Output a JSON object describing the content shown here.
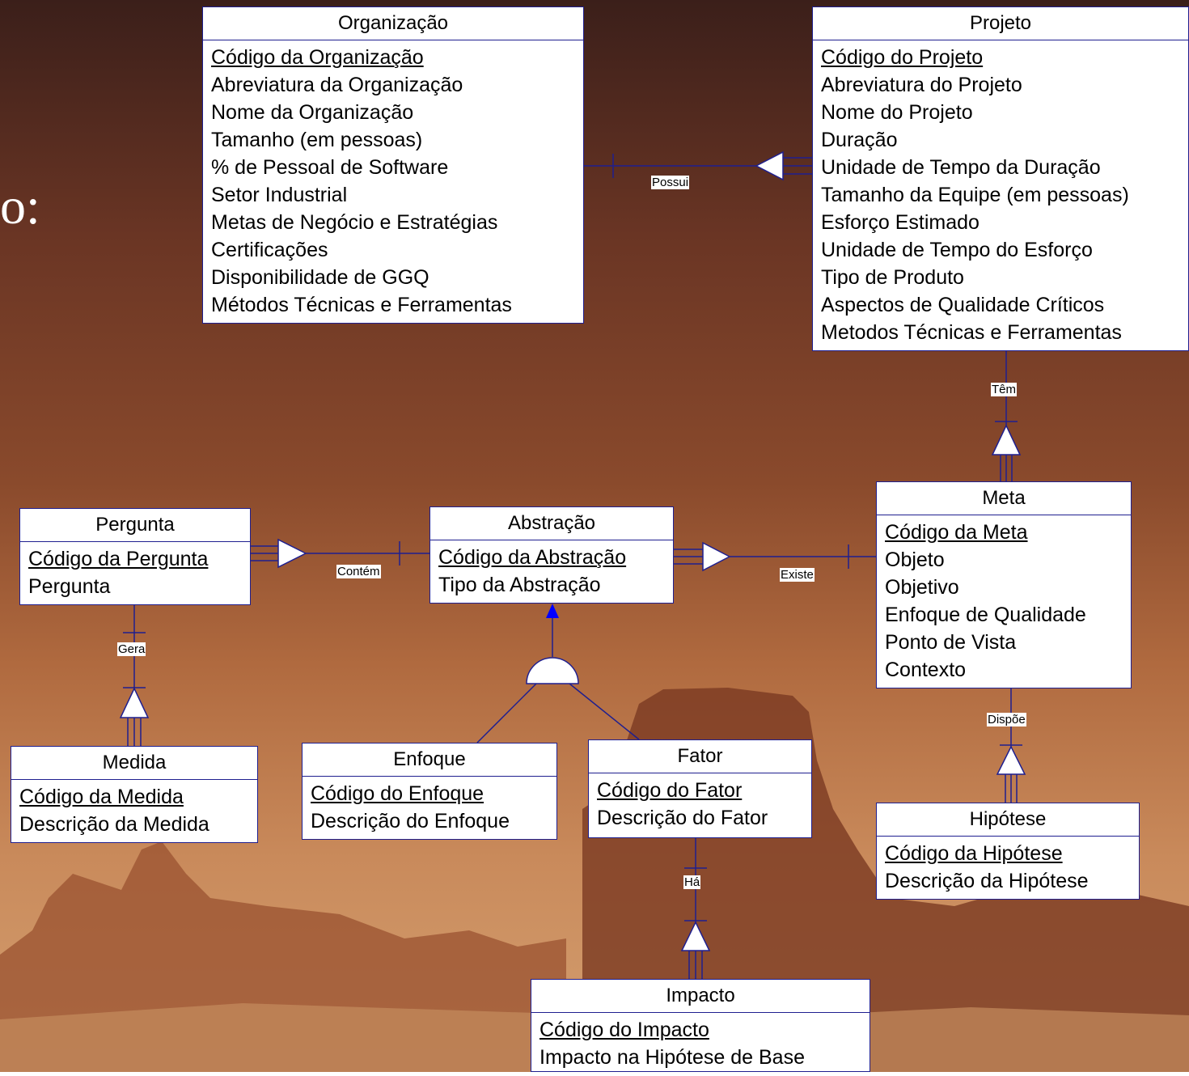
{
  "slide": {
    "title_fragment": "o:"
  },
  "entities": {
    "organizacao": {
      "name": "Organização",
      "key": "Código da Organização",
      "attributes": [
        "Abreviatura da Organização",
        "Nome da Organização",
        "Tamanho (em pessoas)",
        "% de Pessoal de Software",
        "Setor Industrial",
        "Metas de Negócio e Estratégias",
        "Certificações",
        "Disponibilidade de GGQ",
        "Métodos Técnicas e Ferramentas"
      ]
    },
    "projeto": {
      "name": "Projeto",
      "key": "Código do Projeto",
      "attributes": [
        "Abreviatura do Projeto",
        "Nome do Projeto",
        "Duração",
        "Unidade de Tempo da Duração",
        "Tamanho da Equipe (em pessoas)",
        "Esforço Estimado",
        "Unidade de Tempo do Esforço",
        "Tipo de Produto",
        "Aspectos de Qualidade Críticos",
        "Metodos Técnicas e Ferramentas"
      ]
    },
    "meta": {
      "name": "Meta",
      "key": "Código da Meta",
      "attributes": [
        "Objeto",
        "Objetivo",
        "Enfoque de Qualidade",
        "Ponto de Vista",
        "Contexto"
      ]
    },
    "pergunta": {
      "name": "Pergunta",
      "key": "Código da Pergunta",
      "attributes": [
        "Pergunta"
      ]
    },
    "abstracao": {
      "name": "Abstração",
      "key": "Código da Abstração",
      "attributes": [
        "Tipo da Abstração"
      ]
    },
    "medida": {
      "name": "Medida",
      "key": "Código da Medida",
      "attributes": [
        "Descrição da Medida"
      ]
    },
    "enfoque": {
      "name": "Enfoque",
      "key": "Código do Enfoque",
      "attributes": [
        "Descrição do Enfoque"
      ]
    },
    "fator": {
      "name": "Fator",
      "key": "Código do Fator",
      "attributes": [
        "Descrição do Fator"
      ]
    },
    "hipotese": {
      "name": "Hipótese",
      "key": "Código da Hipótese",
      "attributes": [
        "Descrição da Hipótese"
      ]
    },
    "impacto": {
      "name": "Impacto",
      "key": "Código do Impacto",
      "attributes": [
        "Impacto na Hipótese de Base"
      ]
    }
  },
  "relationships": {
    "possui": "Possui",
    "tem": "Têm",
    "contem": "Contém",
    "existe": "Existe",
    "gera": "Gera",
    "dispoe": "Dispõe",
    "ha": "Há"
  },
  "colors": {
    "line": "#1f1f8f",
    "specialization_arrow": "#0000ff",
    "box_fill": "#ffffff"
  }
}
